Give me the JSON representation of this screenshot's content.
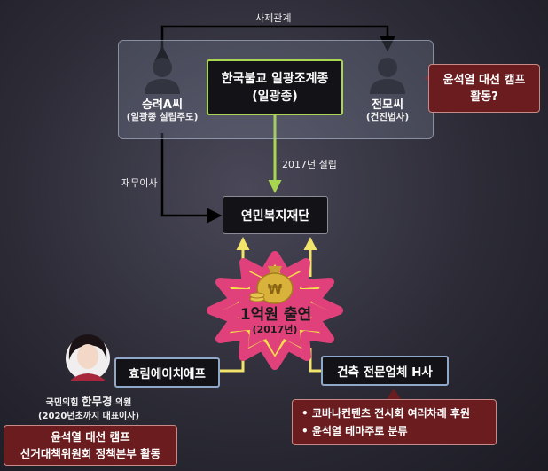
{
  "diagram": {
    "relation_label": "사제관계",
    "establishment_label": "2017년 설립",
    "director_label": "재무이사",
    "order": {
      "name_line1": "한국불교 일광조계종",
      "name_line2": "(일광종)"
    },
    "monk_a": {
      "name": "승려A씨",
      "role": "(일광종 설립주도)"
    },
    "jeon": {
      "name": "전모씨",
      "role": "(건진법사)"
    },
    "jeon_callout": {
      "line1": "윤석열 대선 캠프",
      "line2": "활동?"
    },
    "foundation": {
      "name": "연민복지재단"
    },
    "donation": {
      "amount": "1억원 출연",
      "year": "(2017년)"
    },
    "hyorim": {
      "name": "효림에이치에프"
    },
    "han": {
      "party_prefix": "국민의힘 ",
      "name": "한무경",
      "suffix": " 의원",
      "role": "(2020년초까지 대표이사)"
    },
    "han_callout": {
      "line1": "윤석열 대선 캠프",
      "line2": "선거대책위원회 정책본부 활동"
    },
    "company_h": {
      "name": "건축 전문업체 H사"
    },
    "company_h_notes": [
      "코바나컨텐츠 전시회 여러차례 후원",
      "윤석열 테마주로 분류"
    ],
    "colors": {
      "green_accent": "#a9d651",
      "yellow_arrow": "#f2e36b",
      "callout_red": "#6b1c1e",
      "burst_pink": "#e0417a",
      "burst_yellow": "#f6e14a"
    },
    "icons": [
      "person-icon",
      "money-bag-icon",
      "starburst-icon"
    ]
  }
}
